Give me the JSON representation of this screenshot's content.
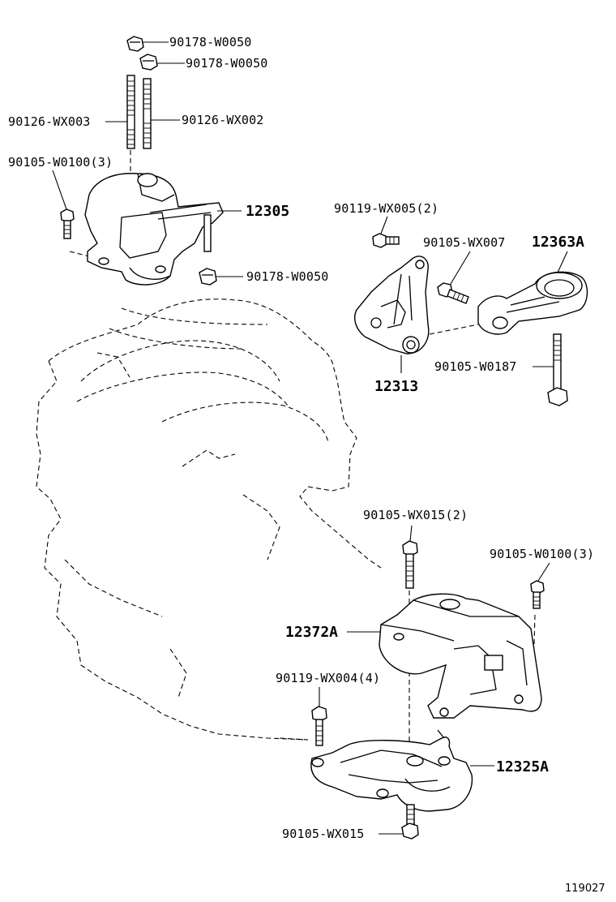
{
  "labels": {
    "nut_top_1": "90178-W0050",
    "nut_top_2": "90178-W0050",
    "stud_left": "90126-WX003",
    "stud_right": "90126-WX002",
    "bolt_left_top": "90105-W0100(3)",
    "mount_12305": "12305",
    "nut_bottom": "90178-W0050",
    "bolt_90119_005": "90119-WX005(2)",
    "bolt_90105_007": "90105-WX007",
    "mount_12363a": "12363A",
    "bracket_12313": "12313",
    "bolt_90105_0187": "90105-W0187",
    "bolt_90105_015_2": "90105-WX015(2)",
    "bolt_90105_0100_right": "90105-W0100(3)",
    "bracket_12372a": "12372A",
    "bolt_90119_004": "90119-WX004(4)",
    "mount_12325a": "12325A",
    "bolt_90105_015_bottom": "90105-WX015"
  },
  "figure_id": "119027",
  "icons": [
    "engine-outline",
    "nut",
    "stud",
    "bolt",
    "engine-mount",
    "torque-rod",
    "mount-bracket"
  ]
}
